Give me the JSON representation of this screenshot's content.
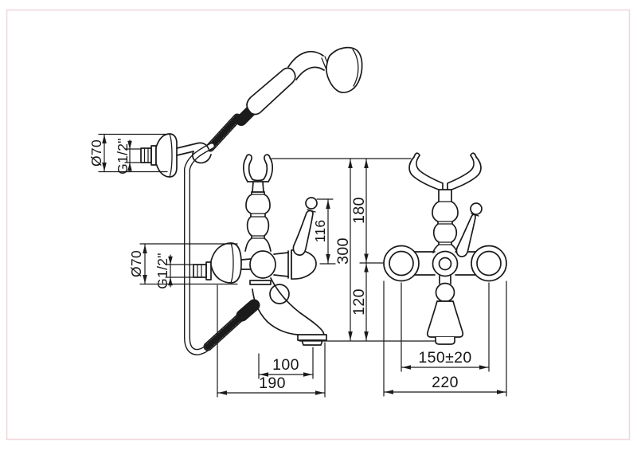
{
  "page": {
    "background": "#ffffff",
    "border_color": "#f2d8dd",
    "line_color": "#1b1b1b"
  },
  "side_view": {
    "bracket": {
      "diameter_label": "Ø70",
      "thread_label": "G1/2\""
    },
    "inlet": {
      "diameter_label": "Ø70",
      "thread_label": "G1/2\""
    },
    "spout_projection_label": "100",
    "total_projection_label": "190"
  },
  "heights": {
    "lever_label": "116",
    "total_label": "300",
    "above_center_label": "180",
    "below_center_label": "120"
  },
  "front_view": {
    "inlet_centers_label": "150±20",
    "overall_width_label": "220"
  }
}
